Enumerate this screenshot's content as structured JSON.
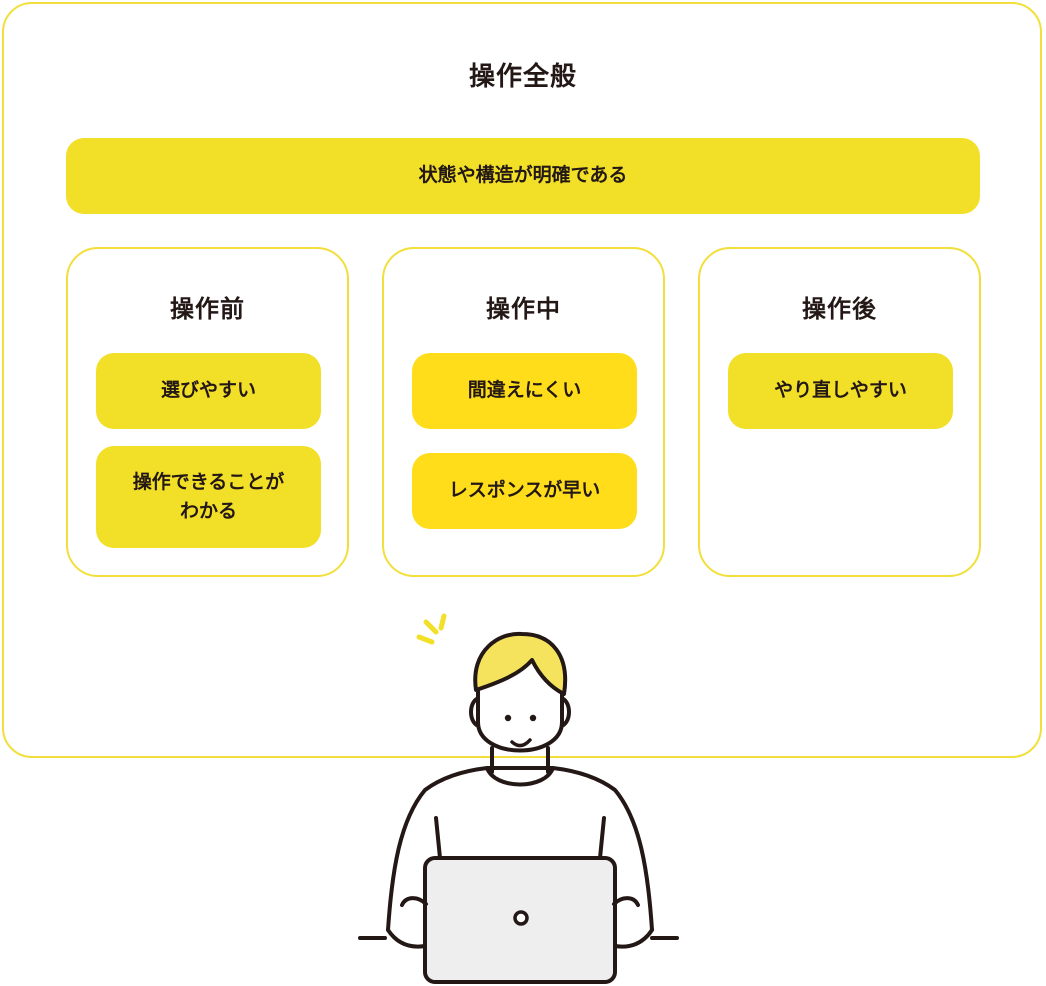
{
  "title": "操作全般",
  "banner": "状態や構造が明確である",
  "phases": [
    {
      "title": "操作前",
      "items": [
        "選びやすい",
        "操作できることが\nわかる"
      ]
    },
    {
      "title": "操作中",
      "items": [
        "間違えにくい",
        "レスポンスが早い"
      ]
    },
    {
      "title": "操作後",
      "items": [
        "やり直しやすい"
      ]
    }
  ],
  "colors": {
    "accent_yellow": "#f2df27",
    "accent_yellow_strong": "#ffdd1a",
    "frame_border": "#f2df3b",
    "hair": "#f5e35e",
    "ink": "#231815",
    "laptop": "#eeeeee"
  },
  "illustration": {
    "subject": "person-with-laptop-icon"
  }
}
